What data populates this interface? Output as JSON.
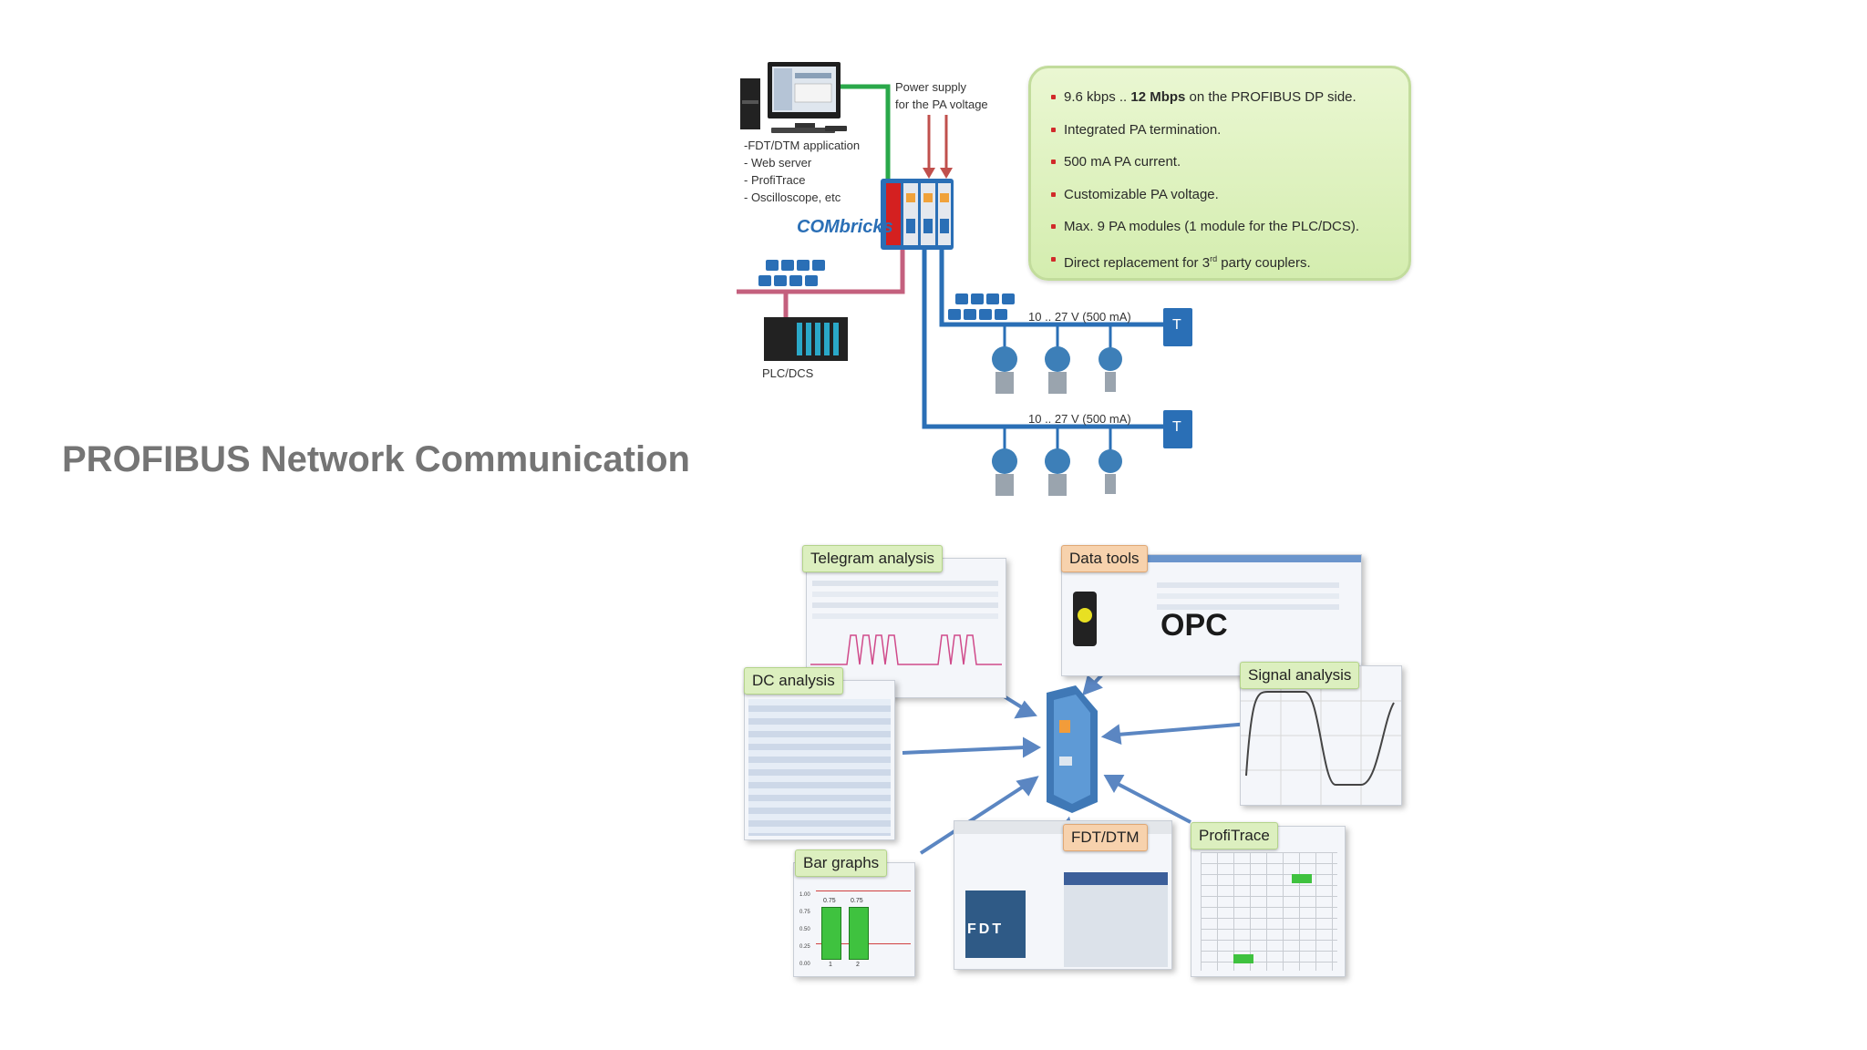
{
  "slide": {
    "title": "PROFIBUS Network Communication"
  },
  "top_diagram": {
    "pc_functions": [
      "-FDT/DTM application",
      "- Web server",
      "- ProfiTrace",
      "- Oscilloscope, etc"
    ],
    "power_supply_label": [
      "Power supply",
      "for the PA voltage"
    ],
    "brand": "COMbricks",
    "plc_label": "PLC/DCS",
    "segment_voltage_1": "10 .. 27 V (500 mA)",
    "segment_voltage_2": "10 .. 27 V (500 mA)",
    "terminator_1": "T",
    "terminator_2": "T",
    "features": [
      {
        "pre": "9.6 kbps .. ",
        "bold": "12 Mbps",
        "post": " on the PROFIBUS DP side."
      },
      {
        "pre": "Integrated PA termination.",
        "bold": "",
        "post": ""
      },
      {
        "pre": "500 mA PA current.",
        "bold": "",
        "post": ""
      },
      {
        "pre": "Customizable PA voltage.",
        "bold": "",
        "post": ""
      },
      {
        "pre": "Max. 9 PA modules (1 module for the PLC/DCS).",
        "bold": "",
        "post": ""
      },
      {
        "pre": "Direct replacement for 3",
        "sup": "rd",
        "post": " party couplers."
      }
    ],
    "colors": {
      "profibus_pa": "#2a6fb6",
      "profibus_dp": "#c4607e",
      "ethernet": "#2aa84a",
      "power": "#c0504d"
    }
  },
  "bottom_diagram": {
    "tags": {
      "telegram": "Telegram analysis",
      "data_tools": "Data tools",
      "dc": "DC analysis",
      "signal": "Signal analysis",
      "bar": "Bar graphs",
      "fdt": "FDT/DTM",
      "profitrace": "ProfiTrace"
    },
    "opc_text": "OPC",
    "fdt_logo": "FDT",
    "bar_values": [
      "0.75",
      "0.75"
    ],
    "bar_ticks": [
      "1.00",
      "0.75",
      "0.50",
      "0.25",
      "0.00"
    ],
    "bar_x_ticks": [
      "1",
      "2"
    ]
  }
}
